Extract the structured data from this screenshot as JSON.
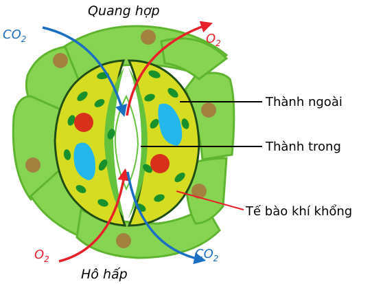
{
  "labels": {
    "photosynthesis": "Quang hợp",
    "respiration": "Hô hấp",
    "co2_in_left": "CO",
    "co2_in_left_sub": "2",
    "o2_out_right": "O",
    "o2_out_right_sub": "2",
    "o2_in_bottom": "O",
    "o2_in_bottom_sub": "2",
    "co2_out_bottom": "CO",
    "co2_out_bottom_sub": "2",
    "outer_wall": "Thành ngoài",
    "inner_wall": "Thành trong",
    "guard_cell": "Tế bào khí khổng"
  },
  "colors": {
    "co2_arrow": "#1a6fc2",
    "o2_arrow": "#e8202a",
    "co2_text": "#1a6fc2",
    "o2_text": "#e8202a",
    "epidermal_cell": "#86d451",
    "epidermal_edge": "#5fb52f",
    "guard_cell_fill": "#d6dc22",
    "guard_cell_edge": "#1f4d16",
    "chloroplast": "#18912c",
    "nucleus_epidermal": "#a3823f",
    "nucleus_guard": "#d8311b",
    "vacuole": "#23b7ec",
    "inner_wall_band": "#65c23d",
    "pointer_line": "#000000",
    "pointer_line_guard": "#e8202a"
  }
}
